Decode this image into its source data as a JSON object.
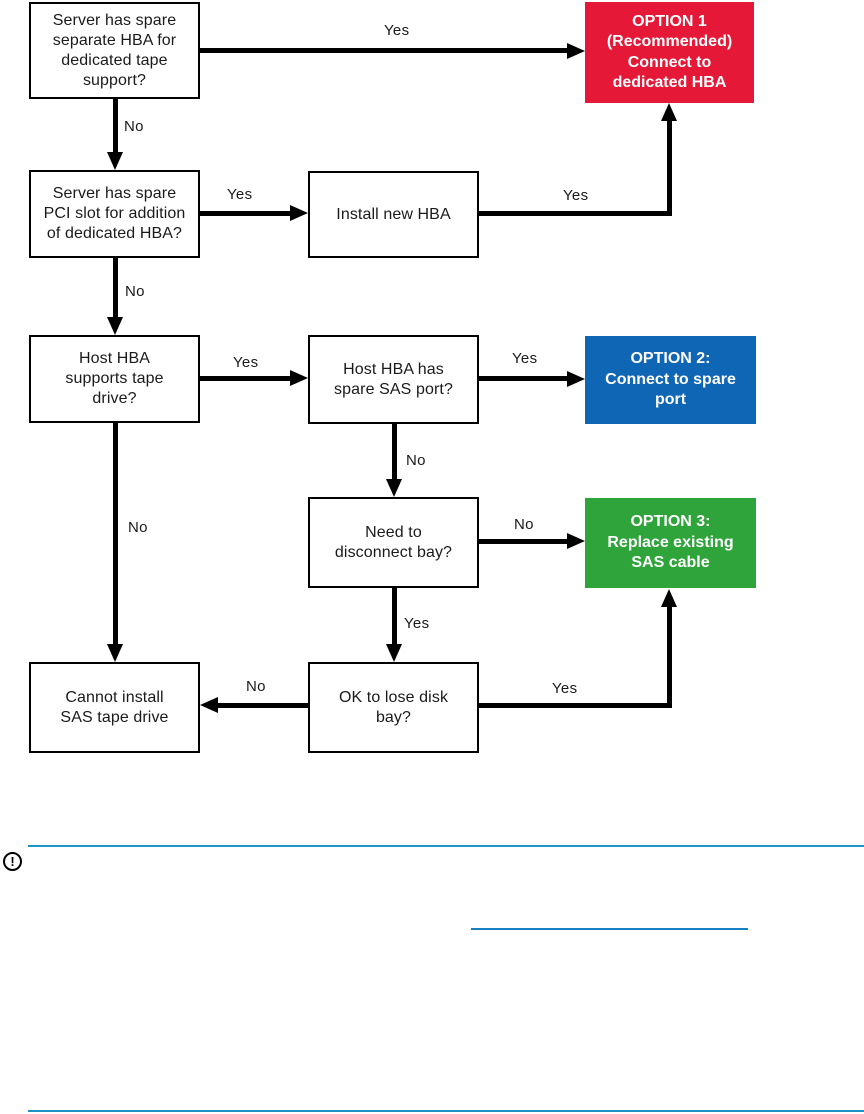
{
  "colors": {
    "option1_red": "#e51937",
    "option2_blue": "#0e66b4",
    "option3_green": "#2fa43a",
    "rule_teal": "#1d93c6",
    "link_blue": "#1580c4",
    "flow_black": "#000000"
  },
  "flowchart": {
    "boxes": {
      "q_spare_dedicated_hba": "Server has spare\nseparate HBA for\ndedicated tape\nsupport?",
      "opt1": "OPTION 1\n(Recommended)\nConnect to\ndedicated HBA",
      "q_spare_pci_slot": "Server has spare\nPCI slot for addition\nof dedicated HBA?",
      "install_new_hba": "Install new HBA",
      "q_hba_supports_tape": "Host HBA\nsupports tape\ndrive?",
      "q_spare_sas_port": "Host HBA has\nspare SAS port?",
      "opt2": "OPTION 2:\nConnect to spare\nport",
      "q_need_disconnect_bay": "Need to\ndisconnect bay?",
      "opt3": "OPTION 3:\nReplace existing\nSAS cable",
      "q_ok_lose_disk_bay": "OK to lose disk\nbay?",
      "cannot_install": "Cannot install\nSAS tape drive"
    },
    "edge_labels": {
      "q1_to_opt1": "Yes",
      "q1_to_q2": "No",
      "q2_to_install": "Yes",
      "install_to_opt1": "Yes",
      "q2_to_q3": "No",
      "q3_to_q4": "Yes",
      "q4_to_opt2": "Yes",
      "q4_to_q5": "No",
      "q3_to_cannot": "No",
      "q5_to_opt3": "No",
      "q5_to_q6": "Yes",
      "q6_to_cannot": "No",
      "q6_to_opt3": "Yes"
    }
  },
  "note": {
    "icon_glyph": "!"
  }
}
